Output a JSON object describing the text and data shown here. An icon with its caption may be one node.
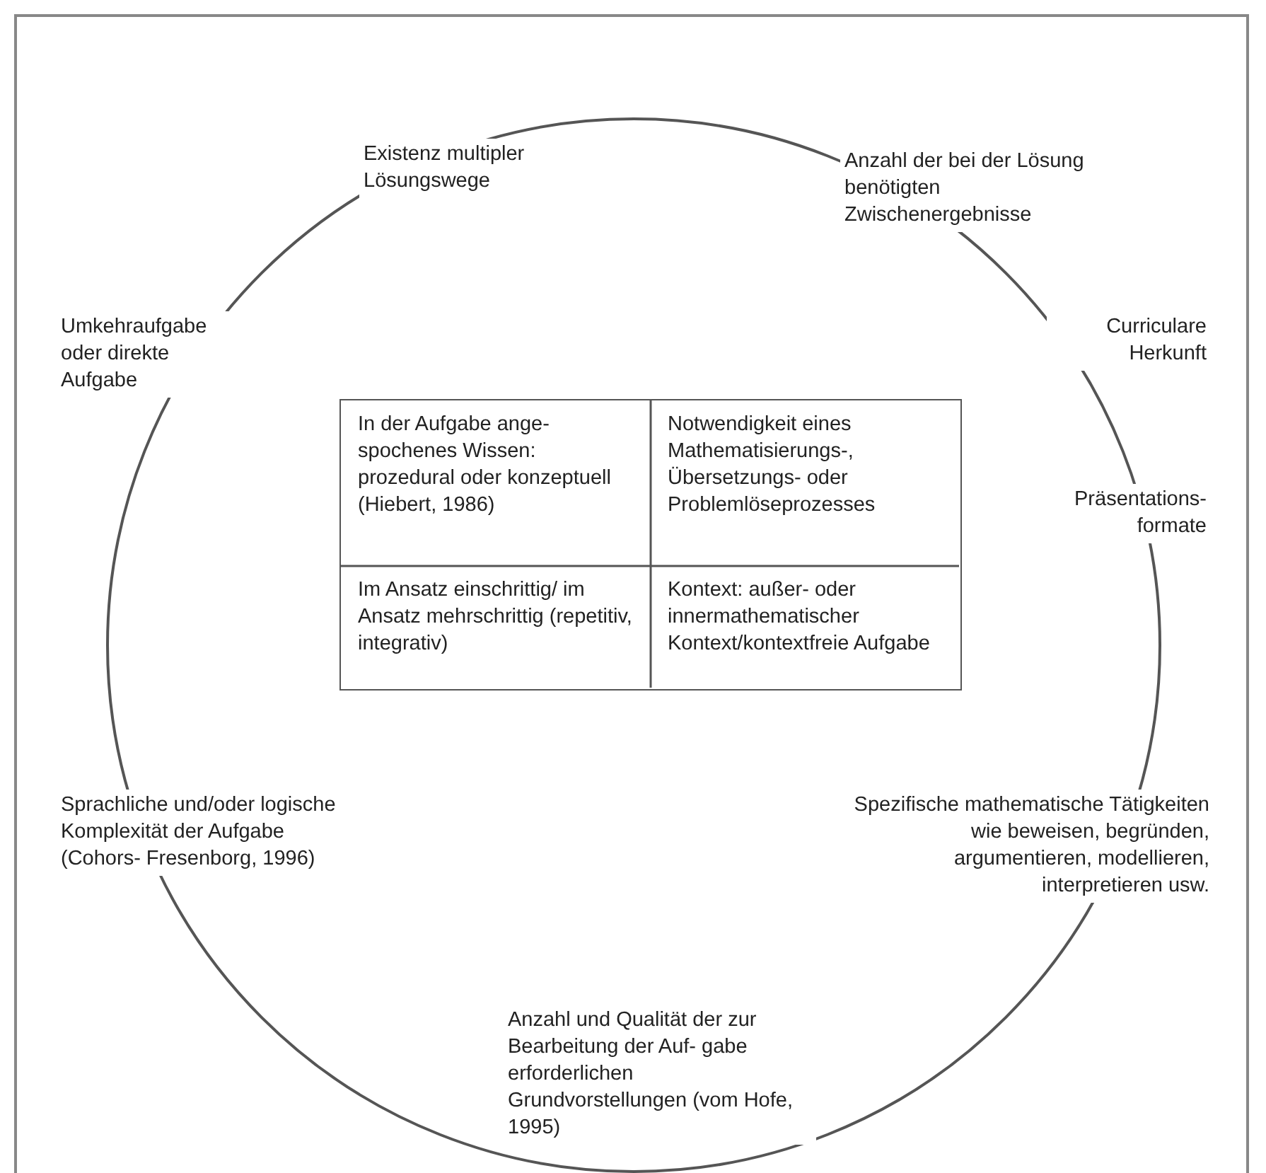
{
  "diagram": {
    "labels": [
      "Existenz multipler Lösungswege",
      "Anzahl der bei der Lösung benötigten Zwischenergebnisse",
      "Umkehraufgabe oder direkte Aufgabe",
      "Curriculare Herkunft",
      "In der Aufgabe ange- spochenes Wissen: prozedural oder konzeptuell (Hiebert, 1986)",
      "Notwendigkeit eines Mathematisierungs-, Übersetzungs- oder Problemlöseprozesses",
      "Präsentations- formate",
      "Im Ansatz einschrittig/ im Ansatz mehrschrittig (repetitiv, integrativ)",
      "Kontext: außer- oder innermathematischer Kontext/kontextfreie Aufgabe",
      "Sprachliche und/oder logische Komplexität der Aufgabe (Cohors- Fresenborg, 1996)",
      "Spezifische mathematische Tätigkeiten wie beweisen, begründen, argumentieren, modellieren, interpretieren usw.",
      "Anzahl und Qualität der zur Bearbeitung der Auf- gabe erforderlichen Grundvorstellungen (vom Hofe, 1995)"
    ]
  }
}
